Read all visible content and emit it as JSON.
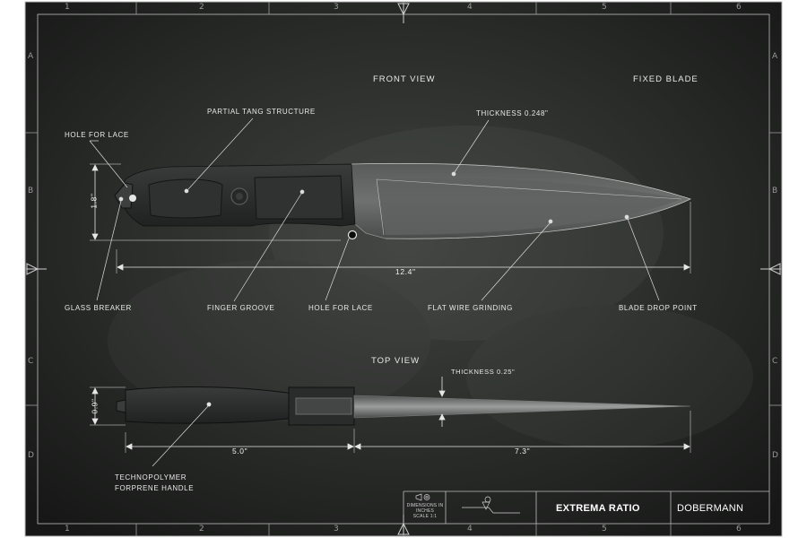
{
  "views": {
    "front_title": "FRONT VIEW",
    "top_title": "TOP VIEW",
    "type_label": "FIXED BLADE"
  },
  "front_labels": {
    "partial_tang": "PARTIAL TANG STRUCTURE",
    "hole_lace_top": "HOLE FOR LACE",
    "thickness": "THICKNESS 0.248\"",
    "glass_breaker": "GLASS BREAKER",
    "finger_groove": "FINGER GROOVE",
    "hole_lace_bottom": "HOLE FOR LACE",
    "flat_wire": "FLAT WIRE GRINDING",
    "drop_point": "BLADE DROP POINT"
  },
  "dimensions": {
    "front_height": "1.8\"",
    "front_length": "12.4\"",
    "top_height": "0.9\"",
    "top_thickness": "THICKNESS  0.25\"",
    "handle_length": "5.0\"",
    "blade_length": "7.3\""
  },
  "top_labels": {
    "handle_line1": "TECHNOPOLYMER",
    "handle_line2": "FORPRENE HANDLE"
  },
  "grid": {
    "columns": [
      "1",
      "2",
      "3",
      "4",
      "5",
      "6"
    ],
    "rows": [
      "A",
      "B",
      "C",
      "D"
    ]
  },
  "title_block": {
    "units_line1": "DIMENSIONS IN",
    "units_line2": "INCHES",
    "units_line3": "SCALE 1:1",
    "brand": "EXTREMA RATIO",
    "model": "DOBERMANN"
  },
  "colors": {
    "background": "#262826",
    "line": "#dcdcdc",
    "blade": "#6a6d6b",
    "handle": "#2b2c2c"
  },
  "icons": [
    "projection-symbol-icon",
    "extrema-ratio-logo-icon"
  ]
}
